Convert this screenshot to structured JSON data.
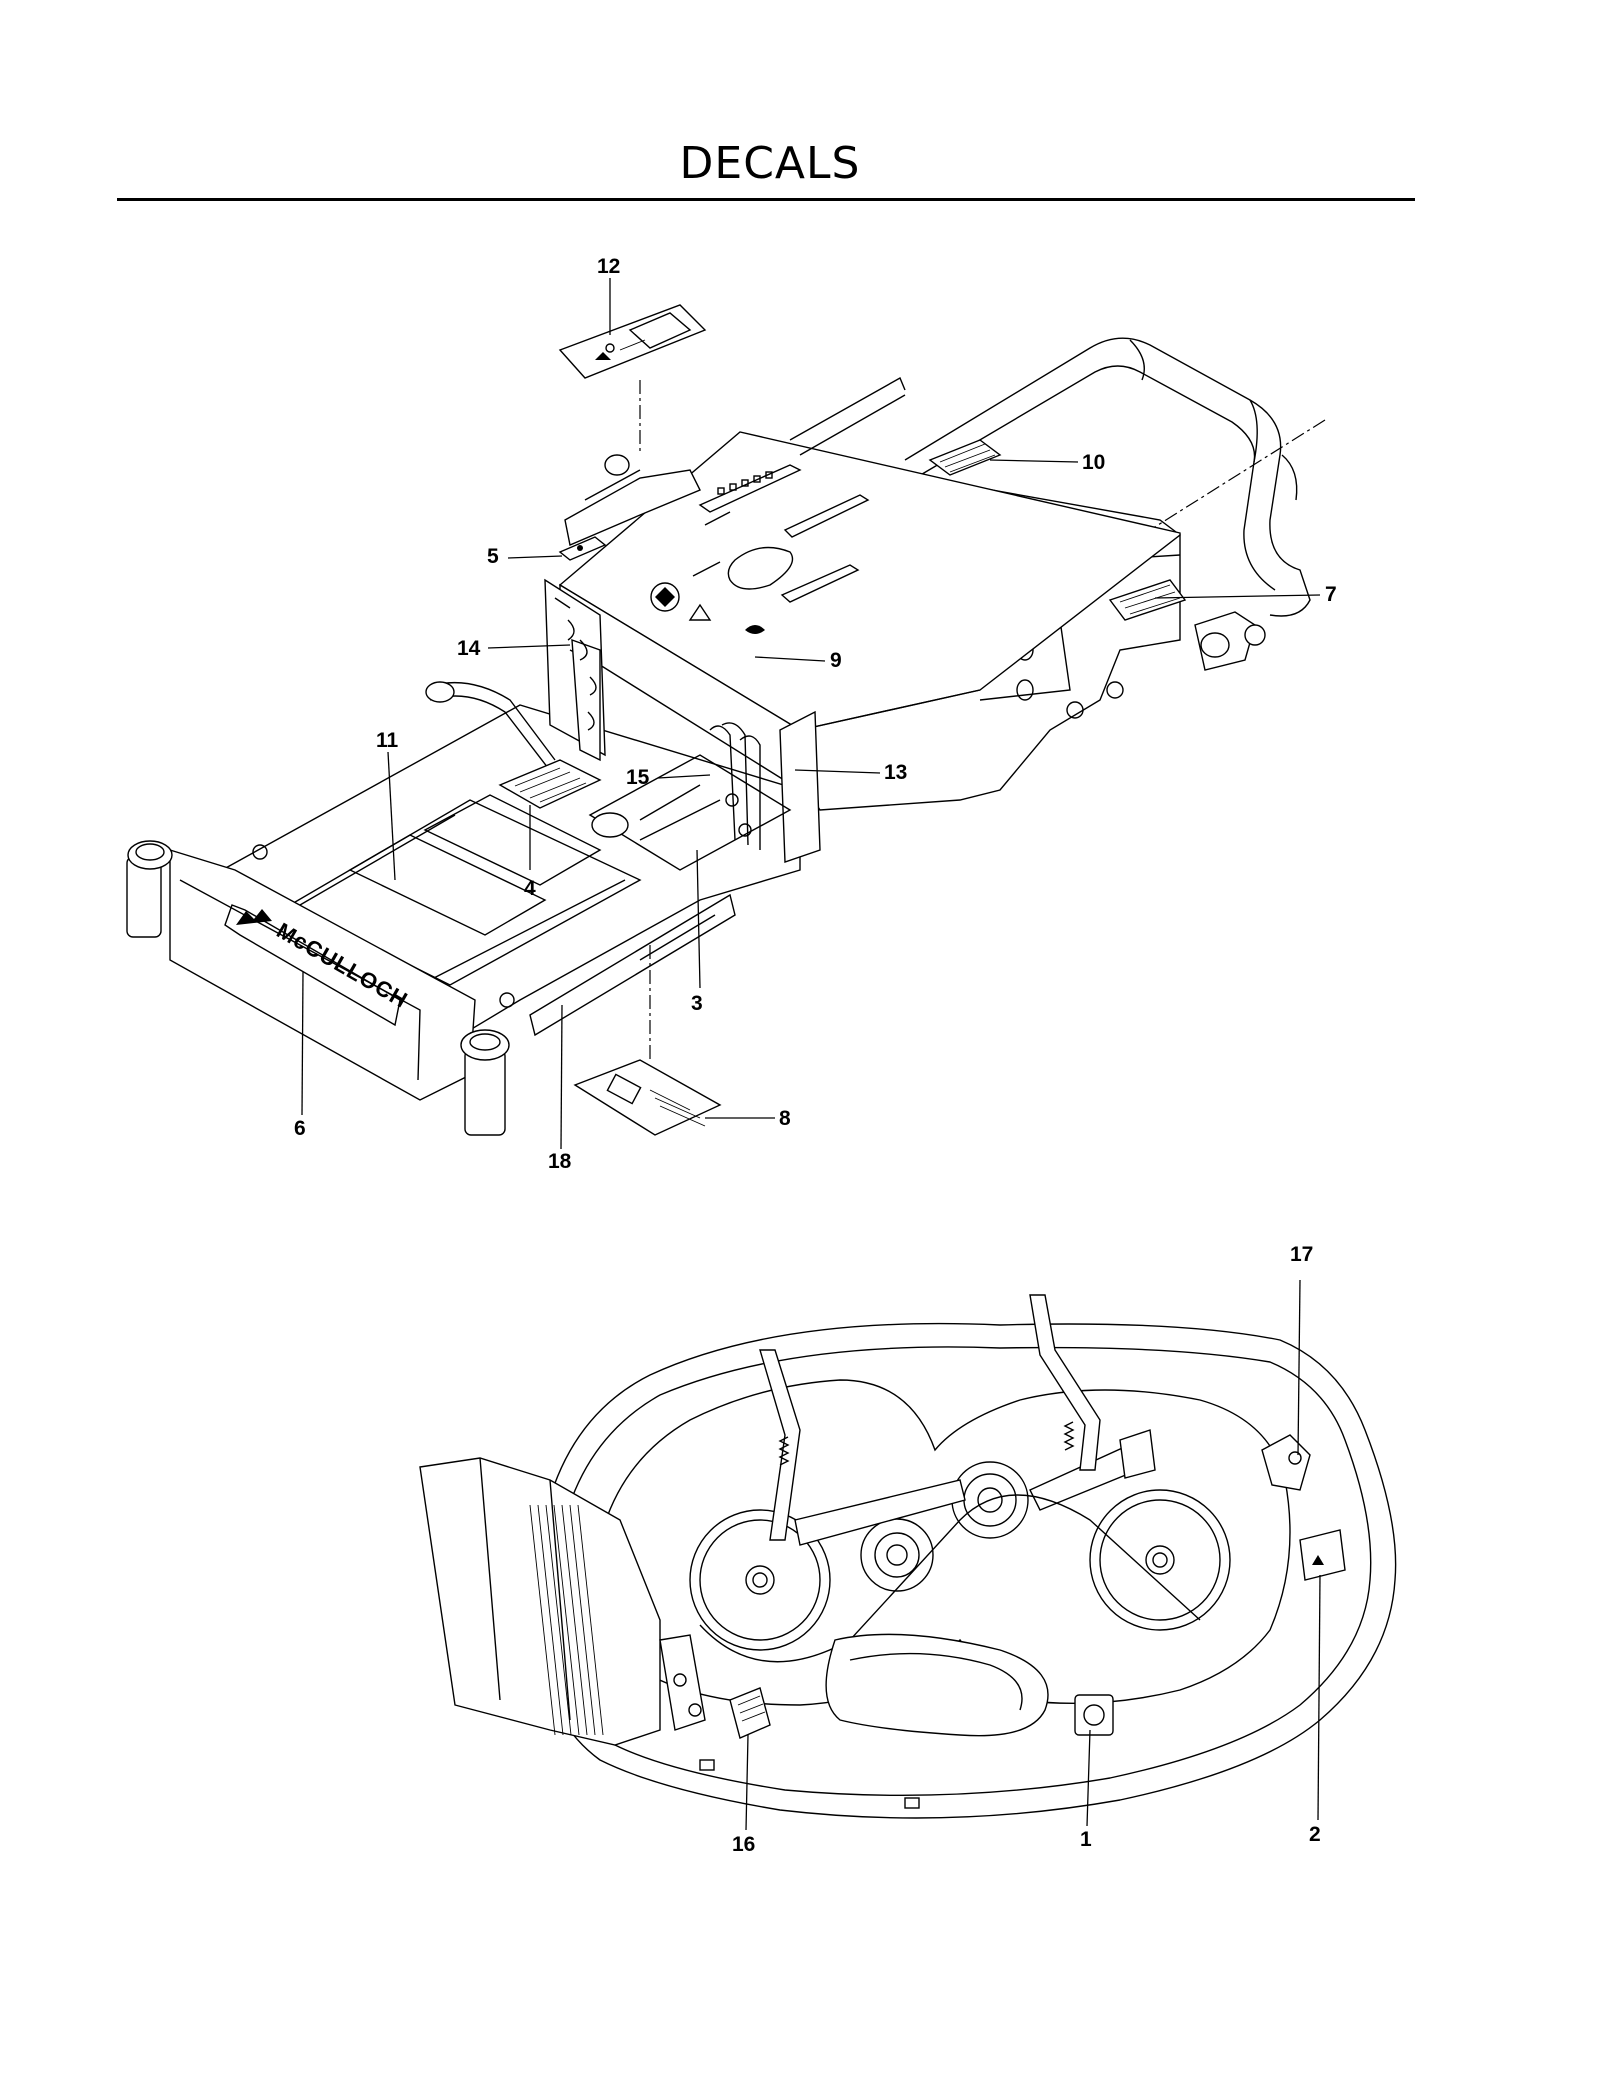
{
  "page": {
    "title": "DECALS"
  },
  "callouts": {
    "c1": "1",
    "c2": "2",
    "c3": "3",
    "c4": "4",
    "c5": "5",
    "c6": "6",
    "c7": "7",
    "c8": "8",
    "c9": "9",
    "c10": "10",
    "c11": "11",
    "c12": "12",
    "c13": "13",
    "c14": "14",
    "c15": "15",
    "c16": "16",
    "c17": "17",
    "c18": "18"
  },
  "logo": {
    "text": "McCULLOCH"
  }
}
